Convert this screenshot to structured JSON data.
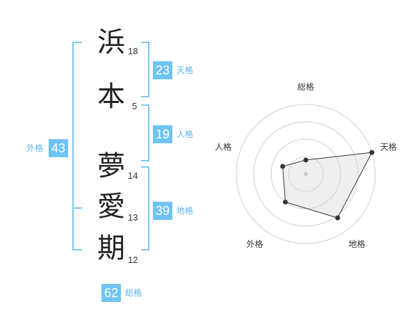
{
  "name": {
    "characters": [
      {
        "char": "浜",
        "strokes": "18"
      },
      {
        "char": "本",
        "strokes": "5"
      },
      {
        "char": "夢",
        "strokes": "14"
      },
      {
        "char": "愛",
        "strokes": "13"
      },
      {
        "char": "期",
        "strokes": "12"
      }
    ]
  },
  "fortunes": {
    "tenkaku": {
      "value": "23",
      "label": "天格"
    },
    "jinkaku": {
      "value": "19",
      "label": "人格"
    },
    "chikaku": {
      "value": "39",
      "label": "地格"
    },
    "gaikaku": {
      "value": "43",
      "label": "外格"
    },
    "soukaku": {
      "value": "62",
      "label": "総格"
    }
  },
  "colors": {
    "accent": "#6ec4f2",
    "bracket": "#7cc6f0",
    "label": "#5fb5e8"
  },
  "chart_data": {
    "type": "radar",
    "axes": [
      "総格",
      "天格",
      "地格",
      "外格",
      "人格"
    ],
    "values": [
      0.2,
      1.0,
      0.78,
      0.5,
      0.35
    ],
    "rings": 4,
    "range": [
      0,
      1
    ]
  }
}
